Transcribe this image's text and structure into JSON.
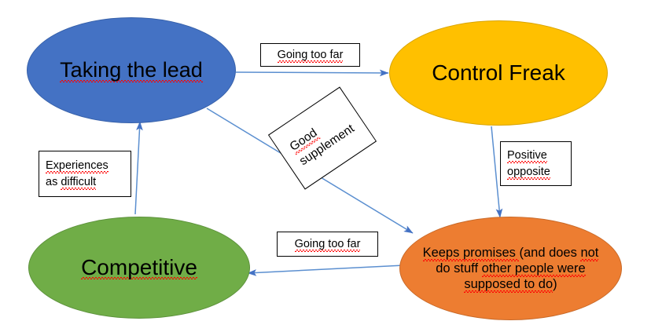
{
  "diagram": {
    "title": "Taking the lead / Control Freak / Competitive behaviour map",
    "background_color": "#FFFFFF",
    "edge_color": "#5B8FD0",
    "spellcheck_underline_color": "#FF0000"
  },
  "nodes": [
    {
      "id": "taking-the-lead",
      "label": "Taking the lead",
      "lines": [
        [
          {
            "text": "Taking the lead",
            "misspelled": true
          }
        ]
      ],
      "shape": "ellipse",
      "fill": "#4472C4",
      "stroke": "#3761AA",
      "text_color": "#000000"
    },
    {
      "id": "control-freak",
      "label": "Control Freak",
      "lines": [
        [
          {
            "text": "Control Freak",
            "misspelled": false
          }
        ]
      ],
      "shape": "ellipse",
      "fill": "#FFC000",
      "stroke": "#D9A400",
      "text_color": "#000000"
    },
    {
      "id": "competitive",
      "label": "Competitive",
      "lines": [
        [
          {
            "text": "Competitive",
            "misspelled": true
          }
        ]
      ],
      "shape": "ellipse",
      "fill": "#70AD47",
      "stroke": "#5D923C",
      "text_color": "#000000"
    },
    {
      "id": "keeps-promises",
      "label": "Keeps promises (and does not do stuff other people were supposed to do)",
      "lines": [
        [
          {
            "text": "Keeps promises ",
            "misspelled": true
          },
          {
            "text": "(and does ",
            "misspelled": false
          },
          {
            "text": "not",
            "misspelled": true
          }
        ],
        [
          {
            "text": "do stuff ",
            "misspelled": false
          },
          {
            "text": "other people were",
            "misspelled": true
          }
        ],
        [
          {
            "text": "supposed to do",
            "misspelled": true
          },
          {
            "text": ")",
            "misspelled": false
          }
        ]
      ],
      "shape": "ellipse",
      "fill": "#ED7D31",
      "stroke": "#C96A29",
      "text_color": "#000000"
    }
  ],
  "edge_labels": [
    {
      "id": "going-too-far-top",
      "text": "Going too far",
      "lines": [
        [
          {
            "text": "Going too far",
            "misspelled": true
          }
        ]
      ],
      "rotated": false
    },
    {
      "id": "good-supplement",
      "text": "Good supplement",
      "lines": [
        [
          {
            "text": "Good",
            "misspelled": true
          }
        ],
        [
          {
            "text": "supplement",
            "misspelled": false
          }
        ]
      ],
      "rotated": true,
      "rotation_degrees": -34
    },
    {
      "id": "positive-opposite",
      "text": "Positive opposite",
      "lines": [
        [
          {
            "text": "Positive",
            "misspelled": true
          }
        ],
        [
          {
            "text": "opposite",
            "misspelled": true
          }
        ]
      ],
      "rotated": false
    },
    {
      "id": "experiences-as-difficult",
      "text": "Experiences as difficult",
      "lines": [
        [
          {
            "text": "Experiences",
            "misspelled": true
          }
        ],
        [
          {
            "text": "as ",
            "misspelled": false
          },
          {
            "text": "difficult",
            "misspelled": true
          }
        ]
      ],
      "rotated": false
    },
    {
      "id": "going-too-far-bottom",
      "text": "Going too far",
      "lines": [
        [
          {
            "text": "Going too far",
            "misspelled": true
          }
        ]
      ],
      "rotated": false
    }
  ],
  "edges": [
    {
      "id": "edge-taking-the-lead-to-control-freak",
      "from": "taking-the-lead",
      "to": "control-freak",
      "label": "Going too far",
      "direction": "right"
    },
    {
      "id": "edge-taking-the-lead-to-keeps-promises",
      "from": "taking-the-lead",
      "to": "keeps-promises",
      "label": "Good supplement",
      "direction": "down-right"
    },
    {
      "id": "edge-control-freak-to-keeps-promises",
      "from": "control-freak",
      "to": "keeps-promises",
      "label": "Positive opposite",
      "direction": "down"
    },
    {
      "id": "edge-competitive-to-taking-the-lead",
      "from": "competitive",
      "to": "taking-the-lead",
      "label": "Experiences as difficult",
      "direction": "up"
    },
    {
      "id": "edge-keeps-promises-to-competitive",
      "from": "keeps-promises",
      "to": "competitive",
      "label": "Going too far",
      "direction": "left"
    }
  ]
}
